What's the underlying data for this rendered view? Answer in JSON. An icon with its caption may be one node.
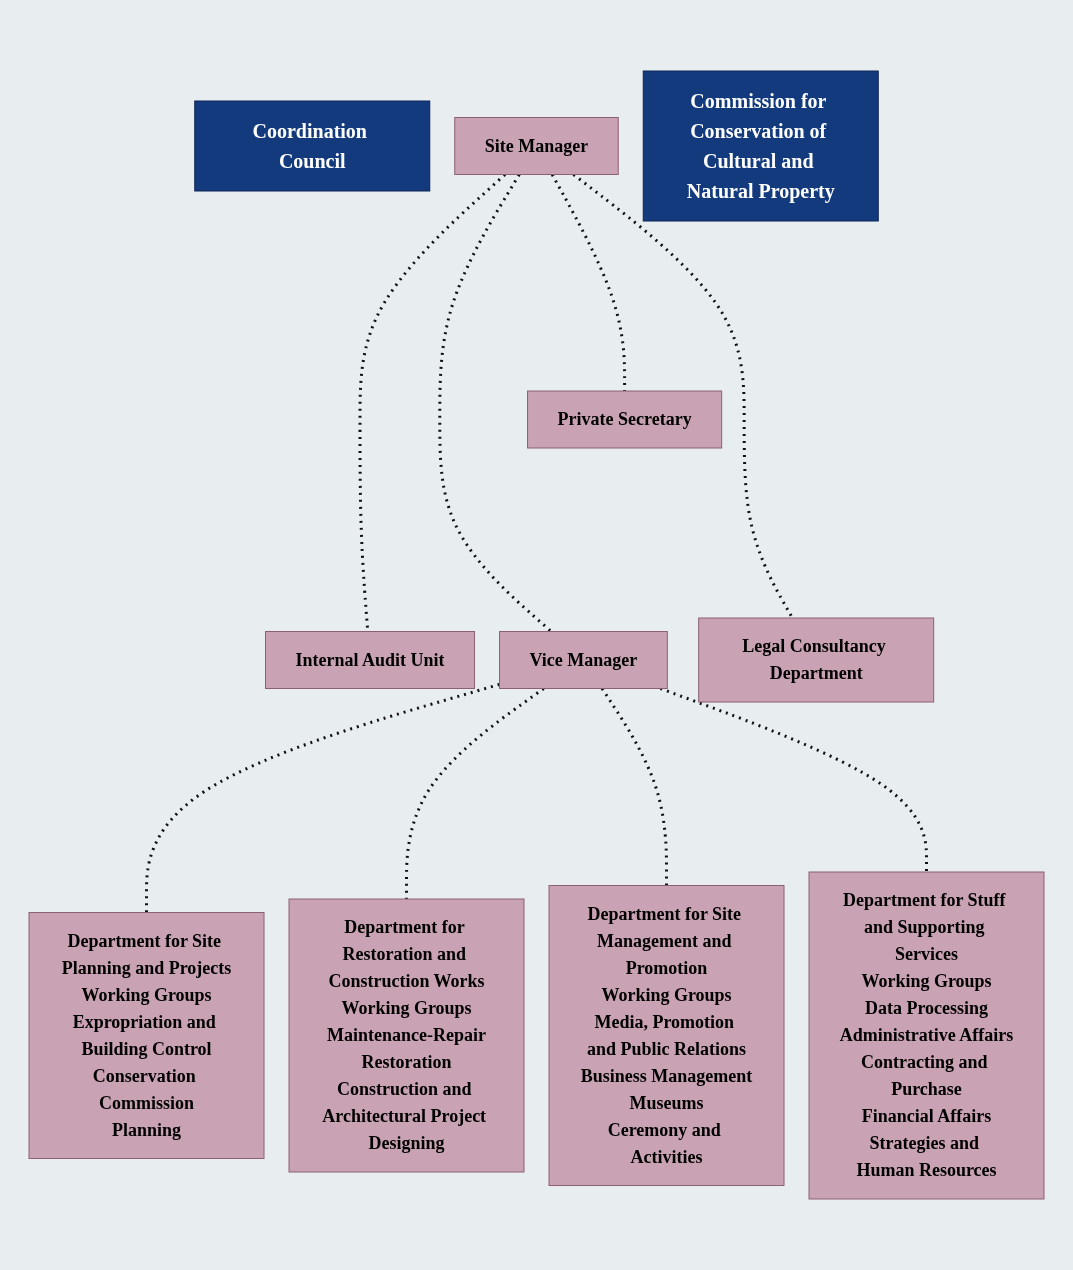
{
  "diagram": {
    "nodes": [
      {
        "text": [
          "Coordination Council"
        ]
      },
      {
        "text": [
          "Site Manager"
        ]
      },
      {
        "text": [
          "Commission for Conservation of Cultural and Natural Property"
        ]
      },
      {
        "text": [
          "Private Secretary"
        ]
      },
      {
        "text": [
          "Internal Audit Unit"
        ]
      },
      {
        "text": [
          "Vice Manager"
        ]
      },
      {
        "text": [
          "Legal Consultancy Department"
        ]
      },
      {
        "text": [
          "Department for Site Planning and Projects",
          "Working Groups",
          "Expropriation and Building Control",
          "Conservation Commission",
          "Planning"
        ]
      },
      {
        "text": [
          "Department for Restoration and Construction Works",
          "Working Groups",
          "Maintenance-Repair",
          "Restoration",
          "Construction and Architectural Project Designing"
        ]
      },
      {
        "text": [
          "Department for Site Management and Promotion",
          "Working Groups",
          "Media, Promotion and Public Relations",
          "Business Management",
          "Museums",
          "Ceremony and Activities"
        ]
      },
      {
        "text": [
          "Department for Stuff and Supporting Services",
          "Working Groups",
          "Data Processing",
          "Administrative Affairs",
          "Contracting and Purchase",
          "Financial Affairs",
          "Strategies and Human Resources"
        ]
      }
    ],
    "edges": [
      {
        "from": 1,
        "to": 3,
        "arrow": "none",
        "style": "dashed"
      },
      {
        "from": 1,
        "to": 4,
        "arrow": "none",
        "style": "dashed"
      },
      {
        "from": 1,
        "to": 5,
        "arrow": "none",
        "style": "dashed"
      },
      {
        "from": 1,
        "to": 6,
        "arrow": "none",
        "style": "dashed"
      },
      {
        "from": 5,
        "to": 7,
        "arrow": "none",
        "style": "dashed"
      },
      {
        "from": 5,
        "to": 8,
        "arrow": "none",
        "style": "dashed"
      },
      {
        "from": 5,
        "to": 9,
        "arrow": "none",
        "style": "dashed"
      },
      {
        "from": 5,
        "to": 10,
        "arrow": "none",
        "style": "dashed"
      }
    ]
  }
}
